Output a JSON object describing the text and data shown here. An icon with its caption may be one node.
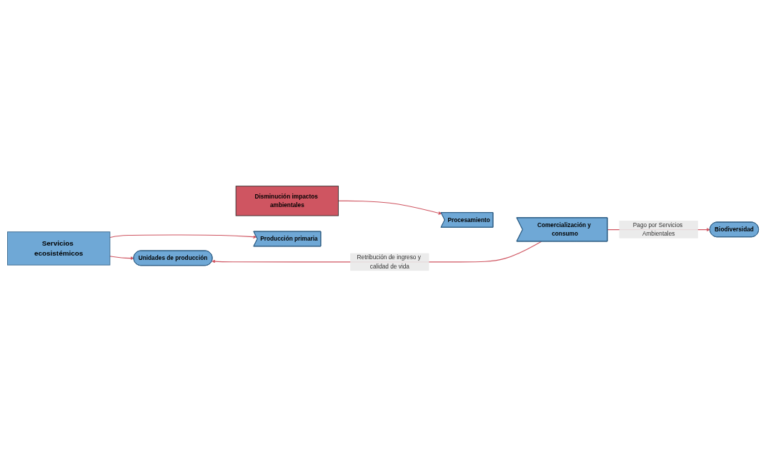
{
  "diagram": {
    "nodes": [
      {
        "text": [
          "Biodiversidad"
        ]
      },
      {
        "text": [
          "Servicios ecosistémicos"
        ]
      },
      {
        "text": [
          "Unidades de producción"
        ]
      },
      {
        "text": [
          "Producción primaria"
        ]
      },
      {
        "text": [
          "Procesamiento"
        ]
      },
      {
        "text": [
          "Comercialización y consumo"
        ]
      },
      {
        "text": [
          "Disminución impactos ambientales"
        ]
      }
    ],
    "edges": [
      {
        "from": 5,
        "to": 0,
        "arrow": "to",
        "label": "Pago por Servicios Ambientales",
        "color": "#cf5561"
      },
      {
        "from": 5,
        "to": 2,
        "arrow": "to",
        "label": "Retribución de ingreso y calidad de vida",
        "color": "#cf5561"
      },
      {
        "from": 1,
        "to": 2,
        "arrow": "to",
        "color": "#cf5561"
      },
      {
        "from": 1,
        "to": 3,
        "arrow": "to",
        "color": "#cf5561"
      },
      {
        "from": 6,
        "to": 4,
        "arrow": "to",
        "color": "#cf5561"
      }
    ]
  }
}
